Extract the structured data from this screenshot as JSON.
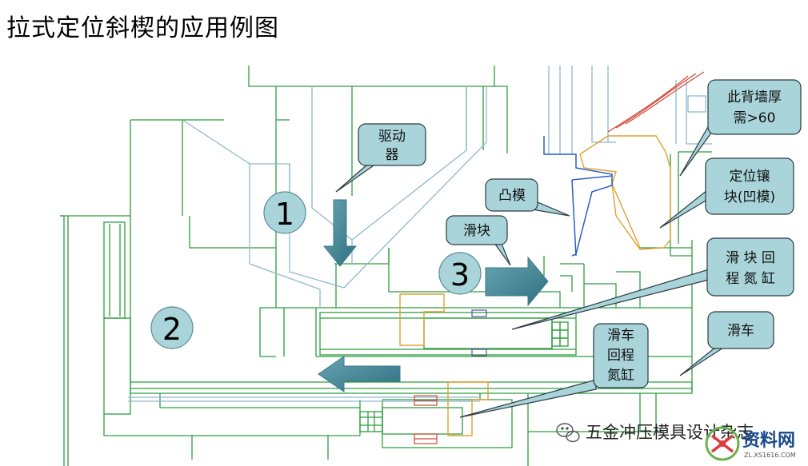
{
  "title": "拉式定位斜楔的应用例图",
  "callouts": {
    "driver": [
      "驱动",
      "器"
    ],
    "punch": "凸模",
    "slider": "滑块",
    "back_wall": [
      "此背墙厚",
      "需>60"
    ],
    "insert": [
      "定位镶",
      "块(凹模)"
    ],
    "slider_return": [
      "滑 块 回",
      "程 氮 缸"
    ],
    "carriage": "滑车",
    "carriage_return": [
      "滑车",
      "回程",
      "氮缸"
    ]
  },
  "numbers": [
    "1",
    "2",
    "3"
  ],
  "watermark": {
    "text": "五金冲压模具设计杂志",
    "logo_text": "资料网",
    "logo_url": "ZL.XS1616.COM"
  },
  "colors": {
    "outline_green": "#2e9e3e",
    "light_blue": "#8fb8cf",
    "orange": "#e0a030",
    "blue": "#2a5fc0",
    "red": "#d04a3a",
    "callout_fill": "#a8d4da",
    "arrow_fill": "#4a8a9a",
    "purple": "#6a4ab0"
  },
  "icons": {
    "wechat": "wechat-icon",
    "logo": "xs1616-logo-icon"
  }
}
